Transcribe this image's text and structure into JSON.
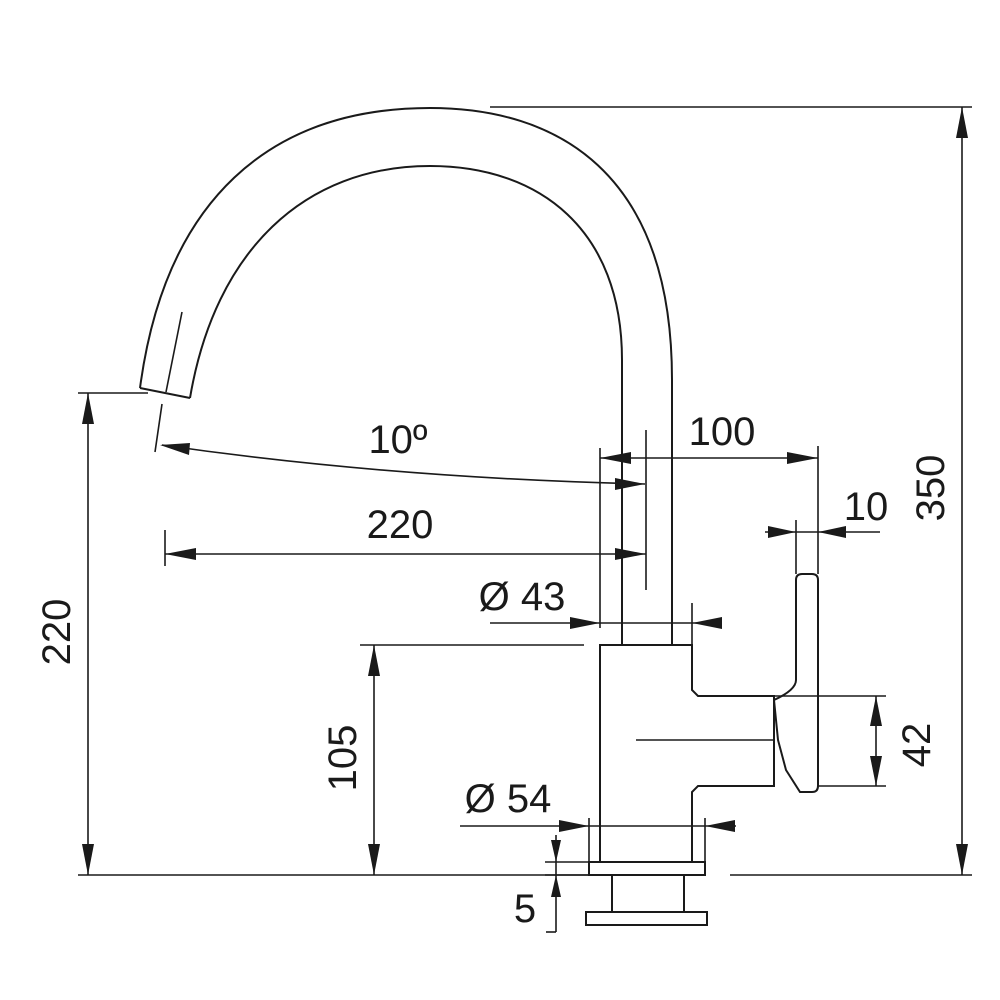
{
  "dimensions": {
    "total_height": "350",
    "spout_height": "220",
    "spout_reach": "220",
    "swivel_angle": "10º",
    "handle_reach": "100",
    "handle_thickness": "10",
    "spout_diameter": "Ø 43",
    "body_height": "105",
    "base_diameter": "Ø 54",
    "handle_height": "42",
    "flange_thickness": "5"
  },
  "icons": [
    "faucet-outline",
    "arrowhead"
  ]
}
